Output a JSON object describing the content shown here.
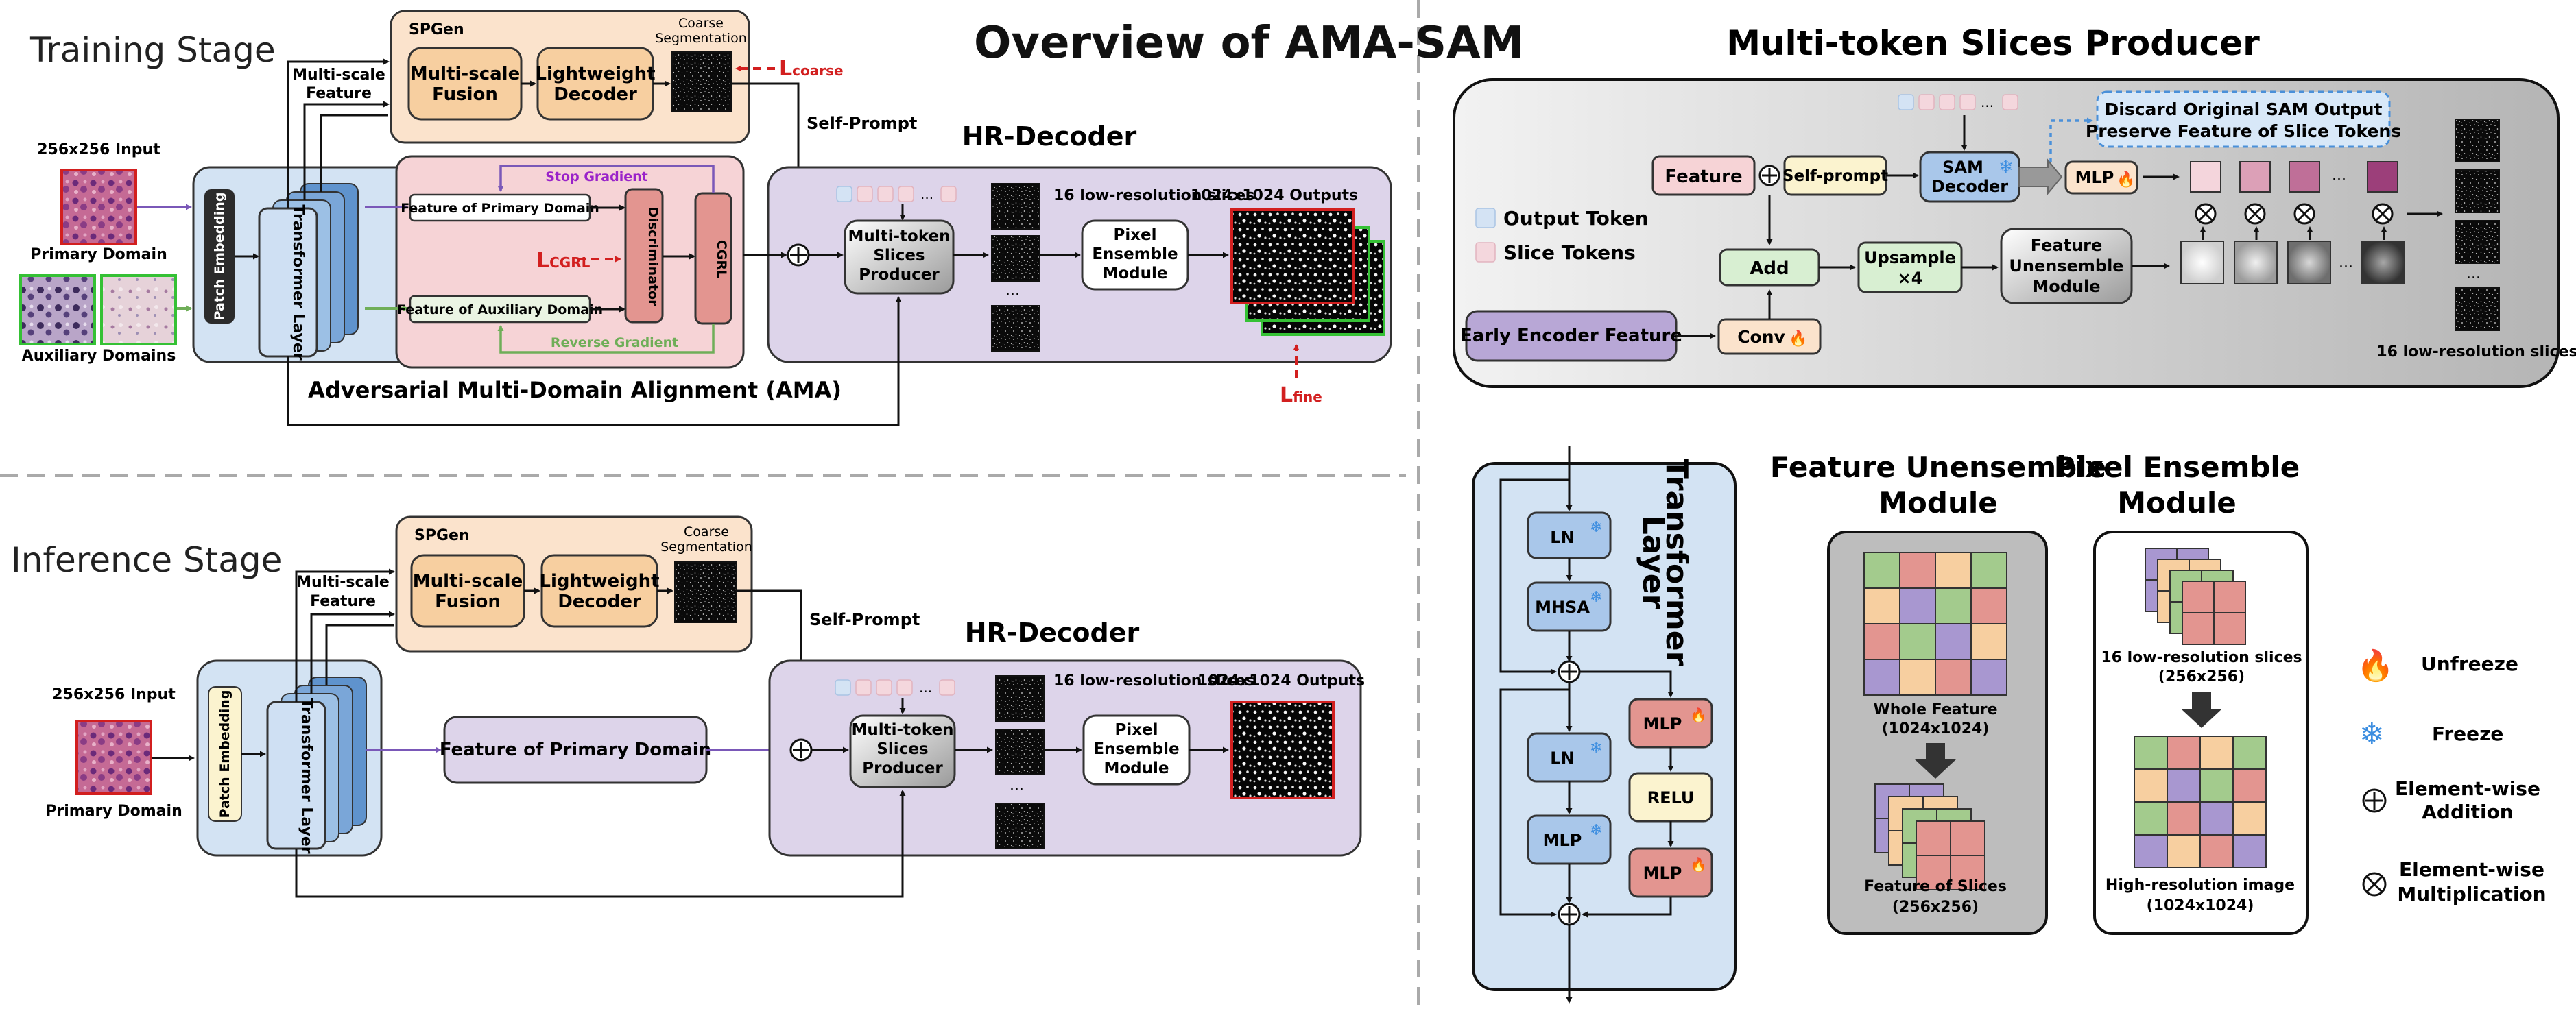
{
  "overview": {
    "title": "Overview of AMA-SAM",
    "training_stage": "Training Stage",
    "inference_stage": "Inference Stage",
    "input_label": "256x256 Input",
    "primary_domain": "Primary Domain",
    "auxiliary_domains": "Auxiliary Domains",
    "patch_embedding": "Patch Embedding",
    "transformer_layer": "Transformer Layer",
    "multiscale_feature_1": "Multi-scale",
    "multiscale_feature_2": "Feature",
    "spgen": "SPGen",
    "multiscale_fusion_1": "Multi-scale",
    "multiscale_fusion_2": "Fusion",
    "lightweight_decoder_1": "Lightweight",
    "lightweight_decoder_2": "Decoder",
    "coarse_seg_1": "Coarse",
    "coarse_seg_2": "Segmentation",
    "l_coarse_main": "L",
    "l_coarse_sub": "coarse",
    "self_prompt": "Self-Prompt",
    "stop_gradient": "Stop Gradient",
    "reverse_gradient": "Reverse Gradient",
    "feature_primary": "Feature of Primary Domain",
    "feature_auxiliary": "Feature of Auxiliary Domain",
    "discriminator": "Discriminator",
    "cgrl": "CGRL",
    "l_cgrl_main": "L",
    "l_cgrl_sub": "CGRL",
    "ama_caption": "Adversarial Multi-Domain Alignment (AMA)",
    "hr_decoder": "HR-Decoder",
    "mtsp_1": "Multi-token",
    "mtsp_2": "Slices",
    "mtsp_3": "Producer",
    "low_res_slices": "16 low-resolution slices",
    "pixel_ensemble_1": "Pixel",
    "pixel_ensemble_2": "Ensemble",
    "pixel_ensemble_3": "Module",
    "outputs_1024": "1024x1024 Outputs",
    "l_fine_main": "L",
    "l_fine_sub": "fine",
    "ellipsis": "..."
  },
  "mtsp_panel": {
    "title": "Multi-token Slices Producer",
    "discard_1": "Discard Original SAM Output",
    "discard_2": "Preserve Feature of Slice Tokens",
    "output_token": "Output Token",
    "slice_tokens": "Slice Tokens",
    "feature": "Feature",
    "self_prompt": "Self-prompt",
    "sam_decoder_1": "SAM",
    "sam_decoder_2": "Decoder",
    "mlp": "MLP",
    "add": "Add",
    "upsample_1": "Upsample",
    "upsample_2": "×4",
    "fum_1": "Feature",
    "fum_2": "Unensemble",
    "fum_3": "Module",
    "early_encoder": "Early Encoder Feature",
    "conv": "Conv",
    "low_res_slices": "16 low-resolution slices"
  },
  "transformer_panel": {
    "title_1": "Transformer",
    "title_2": "Layer",
    "ln": "LN",
    "mhsa": "MHSA",
    "mlp": "MLP",
    "relu": "RELU"
  },
  "fum_panel": {
    "title_1": "Feature Unensemble",
    "title_2": "Module",
    "whole_feature_1": "Whole Feature",
    "whole_feature_2": "(1024x1024)",
    "slices_1": "Feature of Slices",
    "slices_2": "(256x256)"
  },
  "pem_panel": {
    "title_1": "Pixel Ensemble",
    "title_2": "Module",
    "low_res_1": "16 low-resolution slices",
    "low_res_2": "(256x256)",
    "high_res_1": "High-resolution image",
    "high_res_2": "(1024x1024)"
  },
  "legend": {
    "unfreeze": "Unfreeze",
    "freeze": "Freeze",
    "add_1": "Element-wise",
    "add_2": "Addition",
    "mul_1": "Element-wise",
    "mul_2": "Multiplication"
  },
  "colors": {
    "orange_fill": "#f7cfa0",
    "orange_panel": "#fbe3cc",
    "pink_panel": "#f6d3d6",
    "purple_panel": "#ddd4ea",
    "blue_panel": "#d3e3f3",
    "blue_box": "#a9c7ea",
    "red_text": "#d21f1f",
    "purple_arrow": "#7a58b8",
    "green_arrow": "#6fae58",
    "mint_box": "#d8efd2"
  },
  "icons": {
    "unfreeze": "fire-icon",
    "freeze": "snowflake-icon",
    "add": "circle-plus-icon",
    "multiply": "circle-times-icon"
  }
}
